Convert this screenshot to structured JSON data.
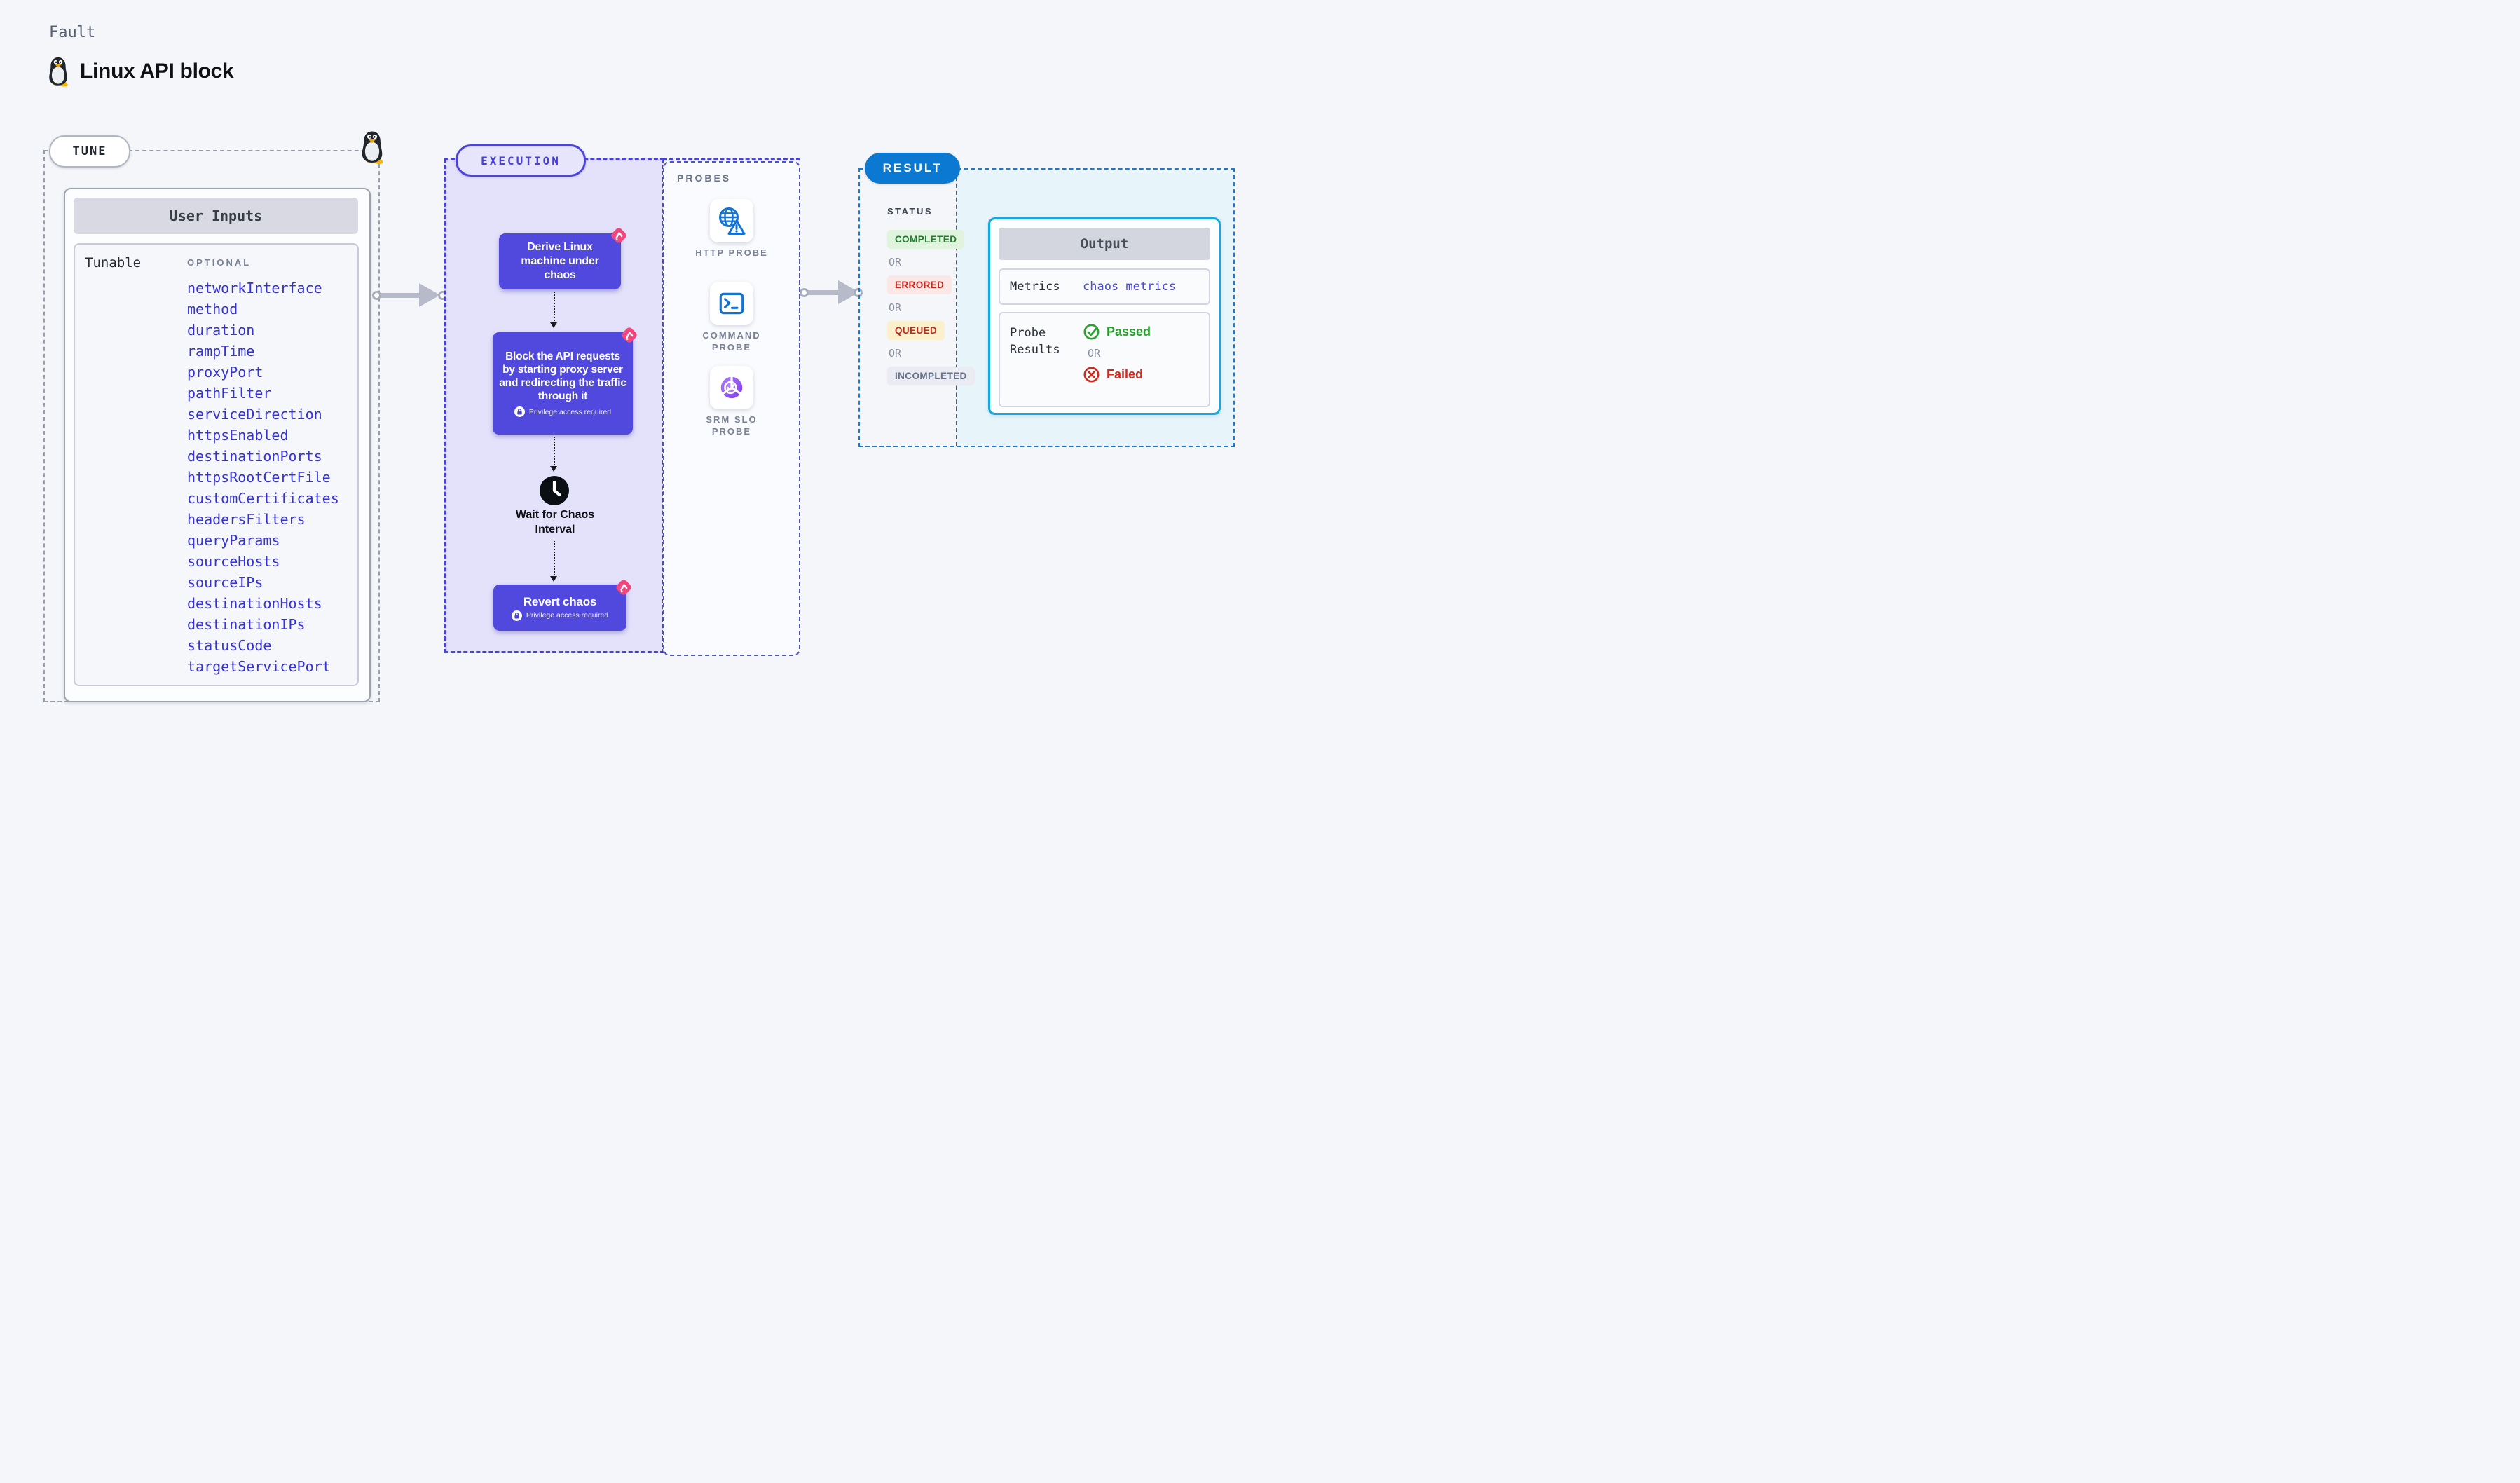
{
  "header": {
    "eyebrow": "Fault",
    "title": "Linux API block"
  },
  "tune": {
    "label": "TUNE",
    "card_title": "User Inputs",
    "row_label": "Tunable",
    "column_label": "OPTIONAL",
    "params": [
      "networkInterface",
      "method",
      "duration",
      "rampTime",
      "proxyPort",
      "pathFilter",
      "serviceDirection",
      "httpsEnabled",
      "destinationPorts",
      "httpsRootCertFile",
      "customCertificates",
      "headersFilters",
      "queryParams",
      "sourceHosts",
      "sourceIPs",
      "destinationHosts",
      "destinationIPs",
      "statusCode",
      "targetServicePort"
    ]
  },
  "execution": {
    "label": "EXECUTION",
    "steps": {
      "derive": "Derive Linux machine under chaos",
      "block": "Block the API requests by starting proxy server and redirecting the traffic through it",
      "wait": "Wait for Chaos Interval",
      "revert": "Revert chaos"
    },
    "privilege_note": "Privilege access required"
  },
  "probes": {
    "label": "PROBES",
    "items": [
      {
        "label": "HTTP PROBE"
      },
      {
        "label": "COMMAND PROBE"
      },
      {
        "label": "SRM SLO PROBE"
      }
    ]
  },
  "result": {
    "label": "RESULT",
    "status_heading": "STATUS",
    "statuses": [
      {
        "label": "COMPLETED",
        "cls": "st-green"
      },
      {
        "label": "OR",
        "cls": "st-or"
      },
      {
        "label": "ERRORED",
        "cls": "st-red"
      },
      {
        "label": "OR",
        "cls": "st-or"
      },
      {
        "label": "QUEUED",
        "cls": "st-yellow"
      },
      {
        "label": "OR",
        "cls": "st-or"
      },
      {
        "label": "INCOMPLETED",
        "cls": "st-gray"
      }
    ],
    "output": {
      "title": "Output",
      "metrics_label": "Metrics",
      "metrics_value": "chaos metrics",
      "probe_results_label": "Probe Results",
      "passed": "Passed",
      "or": "OR",
      "failed": "Failed"
    }
  },
  "colors": {
    "accent_indigo": "#5149DE",
    "execution_bg": "#E4E2FA",
    "chaos_pink": "#F2477E",
    "result_blue": "#0B79D2",
    "output_cyan": "#14A8DC",
    "param_blue": "#3532D6",
    "passed_green": "#27A02C",
    "failed_red": "#D2281E"
  }
}
